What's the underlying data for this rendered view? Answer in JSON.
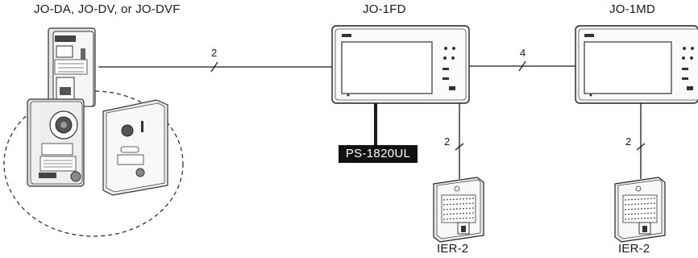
{
  "labels": {
    "door_stations": "JO-DA, JO-DV, or JO-DVF",
    "master_monitor": "JO-1FD",
    "sub_monitor": "JO-1MD",
    "power_supply": "PS-1820UL",
    "sub_station_1": "IER-2",
    "sub_station_2": "IER-2"
  },
  "wire_counts": {
    "door_to_master": "2",
    "master_to_sub": "4",
    "master_to_ier": "2",
    "sub_to_ier": "2"
  },
  "colors": {
    "line": "#1a1a1a",
    "badge_bg": "#111111",
    "badge_text": "#ffffff",
    "device_body": "#f2f2f2"
  },
  "icons": {
    "door_station_surface": "door-station-icon",
    "door_station_round": "door-station-round-icon",
    "door_station_flush": "door-station-flush-icon",
    "monitor": "monitor-icon",
    "speaker_station": "speaker-station-icon"
  }
}
